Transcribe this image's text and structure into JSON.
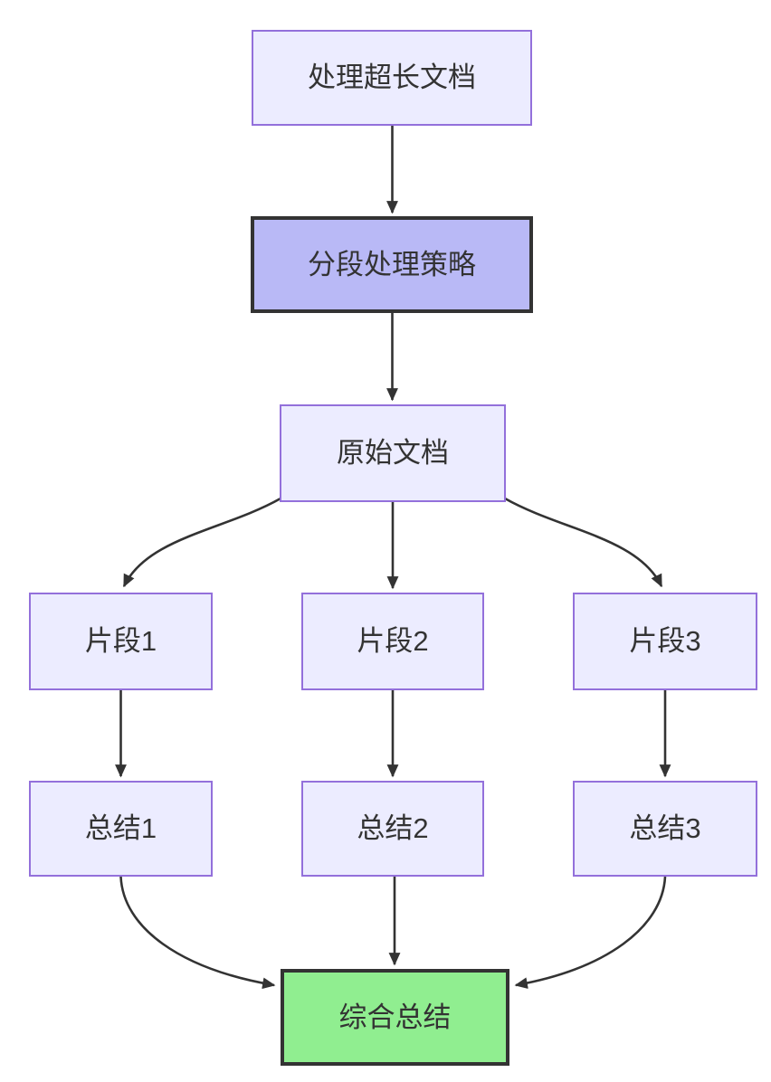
{
  "diagram": {
    "type": "flowchart",
    "direction": "top-down",
    "background": "#ffffff",
    "colors": {
      "default_node_fill": "#ececff",
      "default_node_border": "#9370db",
      "strategy_node_fill": "#b9b9f6",
      "strategy_node_border": "#333333",
      "final_node_fill": "#90ee90",
      "final_node_border": "#333333",
      "edge_color": "#333333",
      "text_color": "#333333"
    },
    "nodes": {
      "process": {
        "label": "处理超长文档"
      },
      "strategy": {
        "label": "分段处理策略"
      },
      "original": {
        "label": "原始文档"
      },
      "fragment1": {
        "label": "片段1"
      },
      "fragment2": {
        "label": "片段2"
      },
      "fragment3": {
        "label": "片段3"
      },
      "summary1": {
        "label": "总结1"
      },
      "summary2": {
        "label": "总结2"
      },
      "summary3": {
        "label": "总结3"
      },
      "final": {
        "label": "综合总结"
      }
    },
    "edges": [
      {
        "from": "处理超长文档",
        "to": "分段处理策略"
      },
      {
        "from": "分段处理策略",
        "to": "原始文档"
      },
      {
        "from": "原始文档",
        "to": "片段1"
      },
      {
        "from": "原始文档",
        "to": "片段2"
      },
      {
        "from": "原始文档",
        "to": "片段3"
      },
      {
        "from": "片段1",
        "to": "总结1"
      },
      {
        "from": "片段2",
        "to": "总结2"
      },
      {
        "from": "片段3",
        "to": "总结3"
      },
      {
        "from": "总结1",
        "to": "综合总结"
      },
      {
        "from": "总结2",
        "to": "综合总结"
      },
      {
        "from": "总结3",
        "to": "综合总结"
      }
    ]
  }
}
